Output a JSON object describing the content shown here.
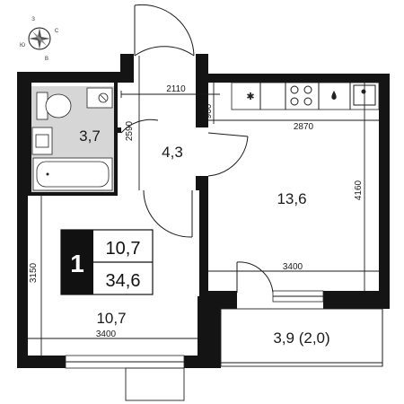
{
  "compass": {
    "n": "С",
    "s": "Ю",
    "w": "З",
    "e": "В"
  },
  "unit": {
    "rooms_count": "1",
    "living_area": "10,7",
    "total_area": "34,6"
  },
  "rooms": {
    "bathroom": "3,7",
    "hallway": "4,3",
    "kitchen": "13,6",
    "bedroom": "10,7",
    "balcony": "3,9 (2,0)"
  },
  "dimensions": {
    "hall_width": "2110",
    "hall_depth": "2590",
    "niche": "900",
    "kitchen_width": "2870",
    "kitchen_depth": "4160",
    "kitchen_bottom": "3400",
    "bedroom_width": "3400",
    "bedroom_depth": "3150"
  },
  "colors": {
    "wall": "#141414",
    "bath_fill": "#d6d6d6"
  }
}
